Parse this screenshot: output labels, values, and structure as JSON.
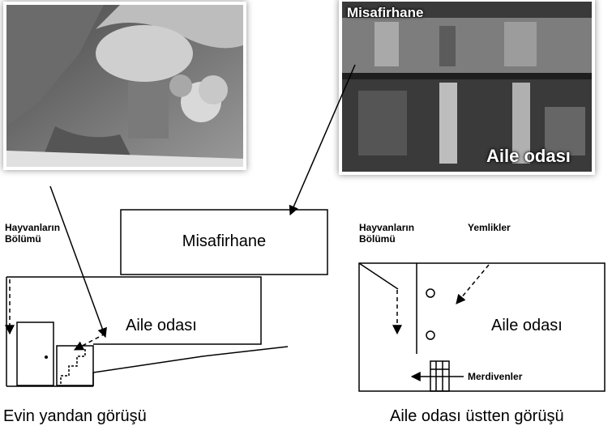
{
  "photos": {
    "left": {
      "alt": ""
    },
    "right": {
      "top_label": "Misafirhane",
      "bottom_label": "Aile odası"
    }
  },
  "side_view": {
    "animals_label_line1": "Hayvanların",
    "animals_label_line2": "Bölümü",
    "guest_room_label": "Misafirhane",
    "family_room_label": "Aile odası",
    "caption": "Evin yandan görüşü"
  },
  "top_view": {
    "animals_label_line1": "Hayvanların",
    "animals_label_line2": "Bölümü",
    "mangers_label": "Yemlikler",
    "family_room_label": "Aile odası",
    "stairs_label": "Merdivenler",
    "caption": "Aile odası üstten görüşü"
  },
  "colors": {
    "line": "#000000",
    "photo_dark": "#2a2a2a"
  }
}
